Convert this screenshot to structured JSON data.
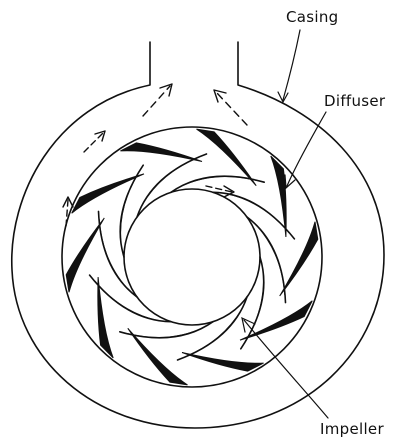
{
  "labels": {
    "casing": "Casing",
    "diffuser": "Diffuser",
    "impeller": "Impeller"
  },
  "style": {
    "ink": "#111111",
    "background": "#ffffff"
  },
  "diagram": {
    "diffuser_vane_count": 10,
    "impeller_blade_count": 10
  }
}
